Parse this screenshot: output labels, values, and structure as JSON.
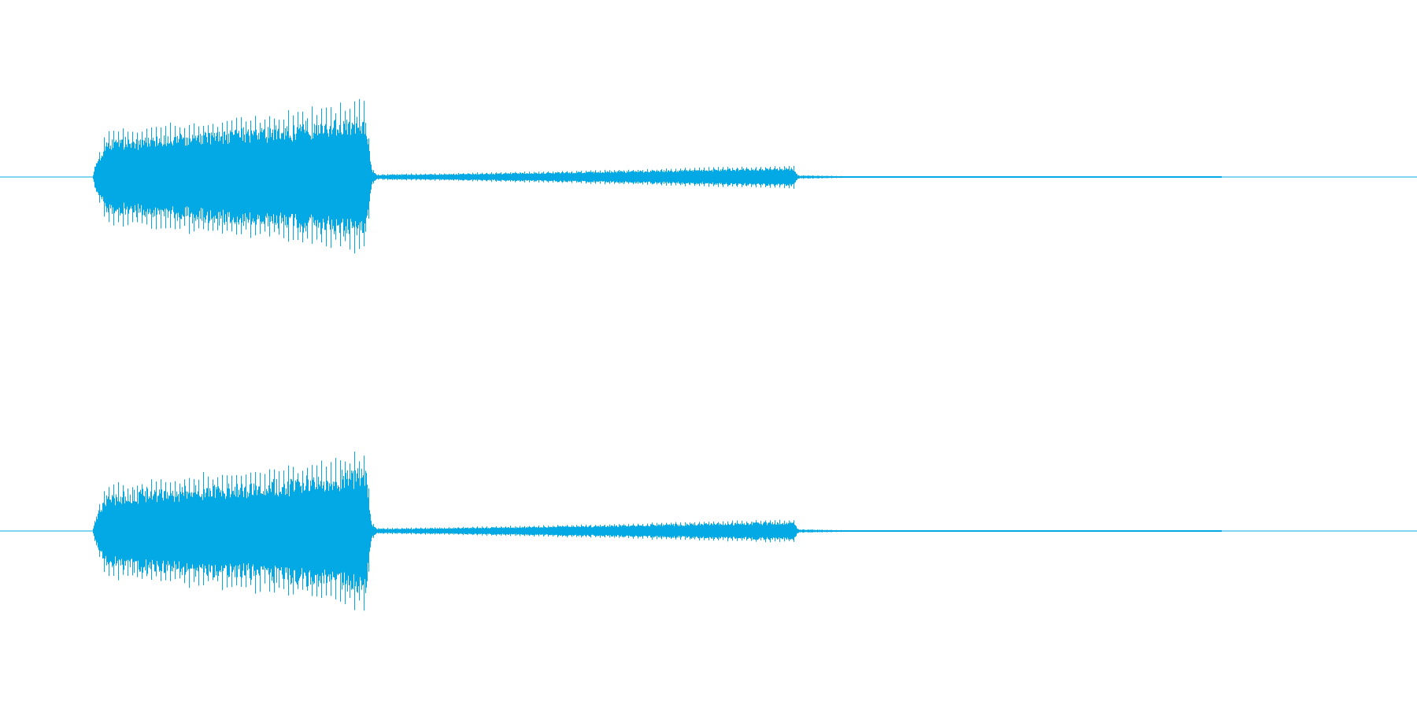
{
  "waveform": {
    "color": "#03A9E4",
    "background": "#ffffff",
    "channels": [
      {
        "channel": "left"
      },
      {
        "channel": "right"
      }
    ],
    "envelope": [
      {
        "t": 0.0,
        "amp": 0.0
      },
      {
        "t": 0.065,
        "amp": 0.0
      },
      {
        "t": 0.068,
        "amp": 0.2
      },
      {
        "t": 0.075,
        "amp": 0.48
      },
      {
        "t": 0.12,
        "amp": 0.55
      },
      {
        "t": 0.18,
        "amp": 0.62
      },
      {
        "t": 0.23,
        "amp": 0.72
      },
      {
        "t": 0.258,
        "amp": 0.8
      },
      {
        "t": 0.262,
        "amp": 0.1
      },
      {
        "t": 0.266,
        "amp": 0.03
      },
      {
        "t": 0.32,
        "amp": 0.04
      },
      {
        "t": 0.42,
        "amp": 0.07
      },
      {
        "t": 0.5,
        "amp": 0.1
      },
      {
        "t": 0.56,
        "amp": 0.12
      },
      {
        "t": 0.563,
        "amp": 0.02
      },
      {
        "t": 0.6,
        "amp": 0.008
      },
      {
        "t": 0.7,
        "amp": 0.005
      },
      {
        "t": 0.86,
        "amp": 0.003
      },
      {
        "t": 0.862,
        "amp": 0.0
      },
      {
        "t": 1.0,
        "amp": 0.0
      }
    ]
  }
}
